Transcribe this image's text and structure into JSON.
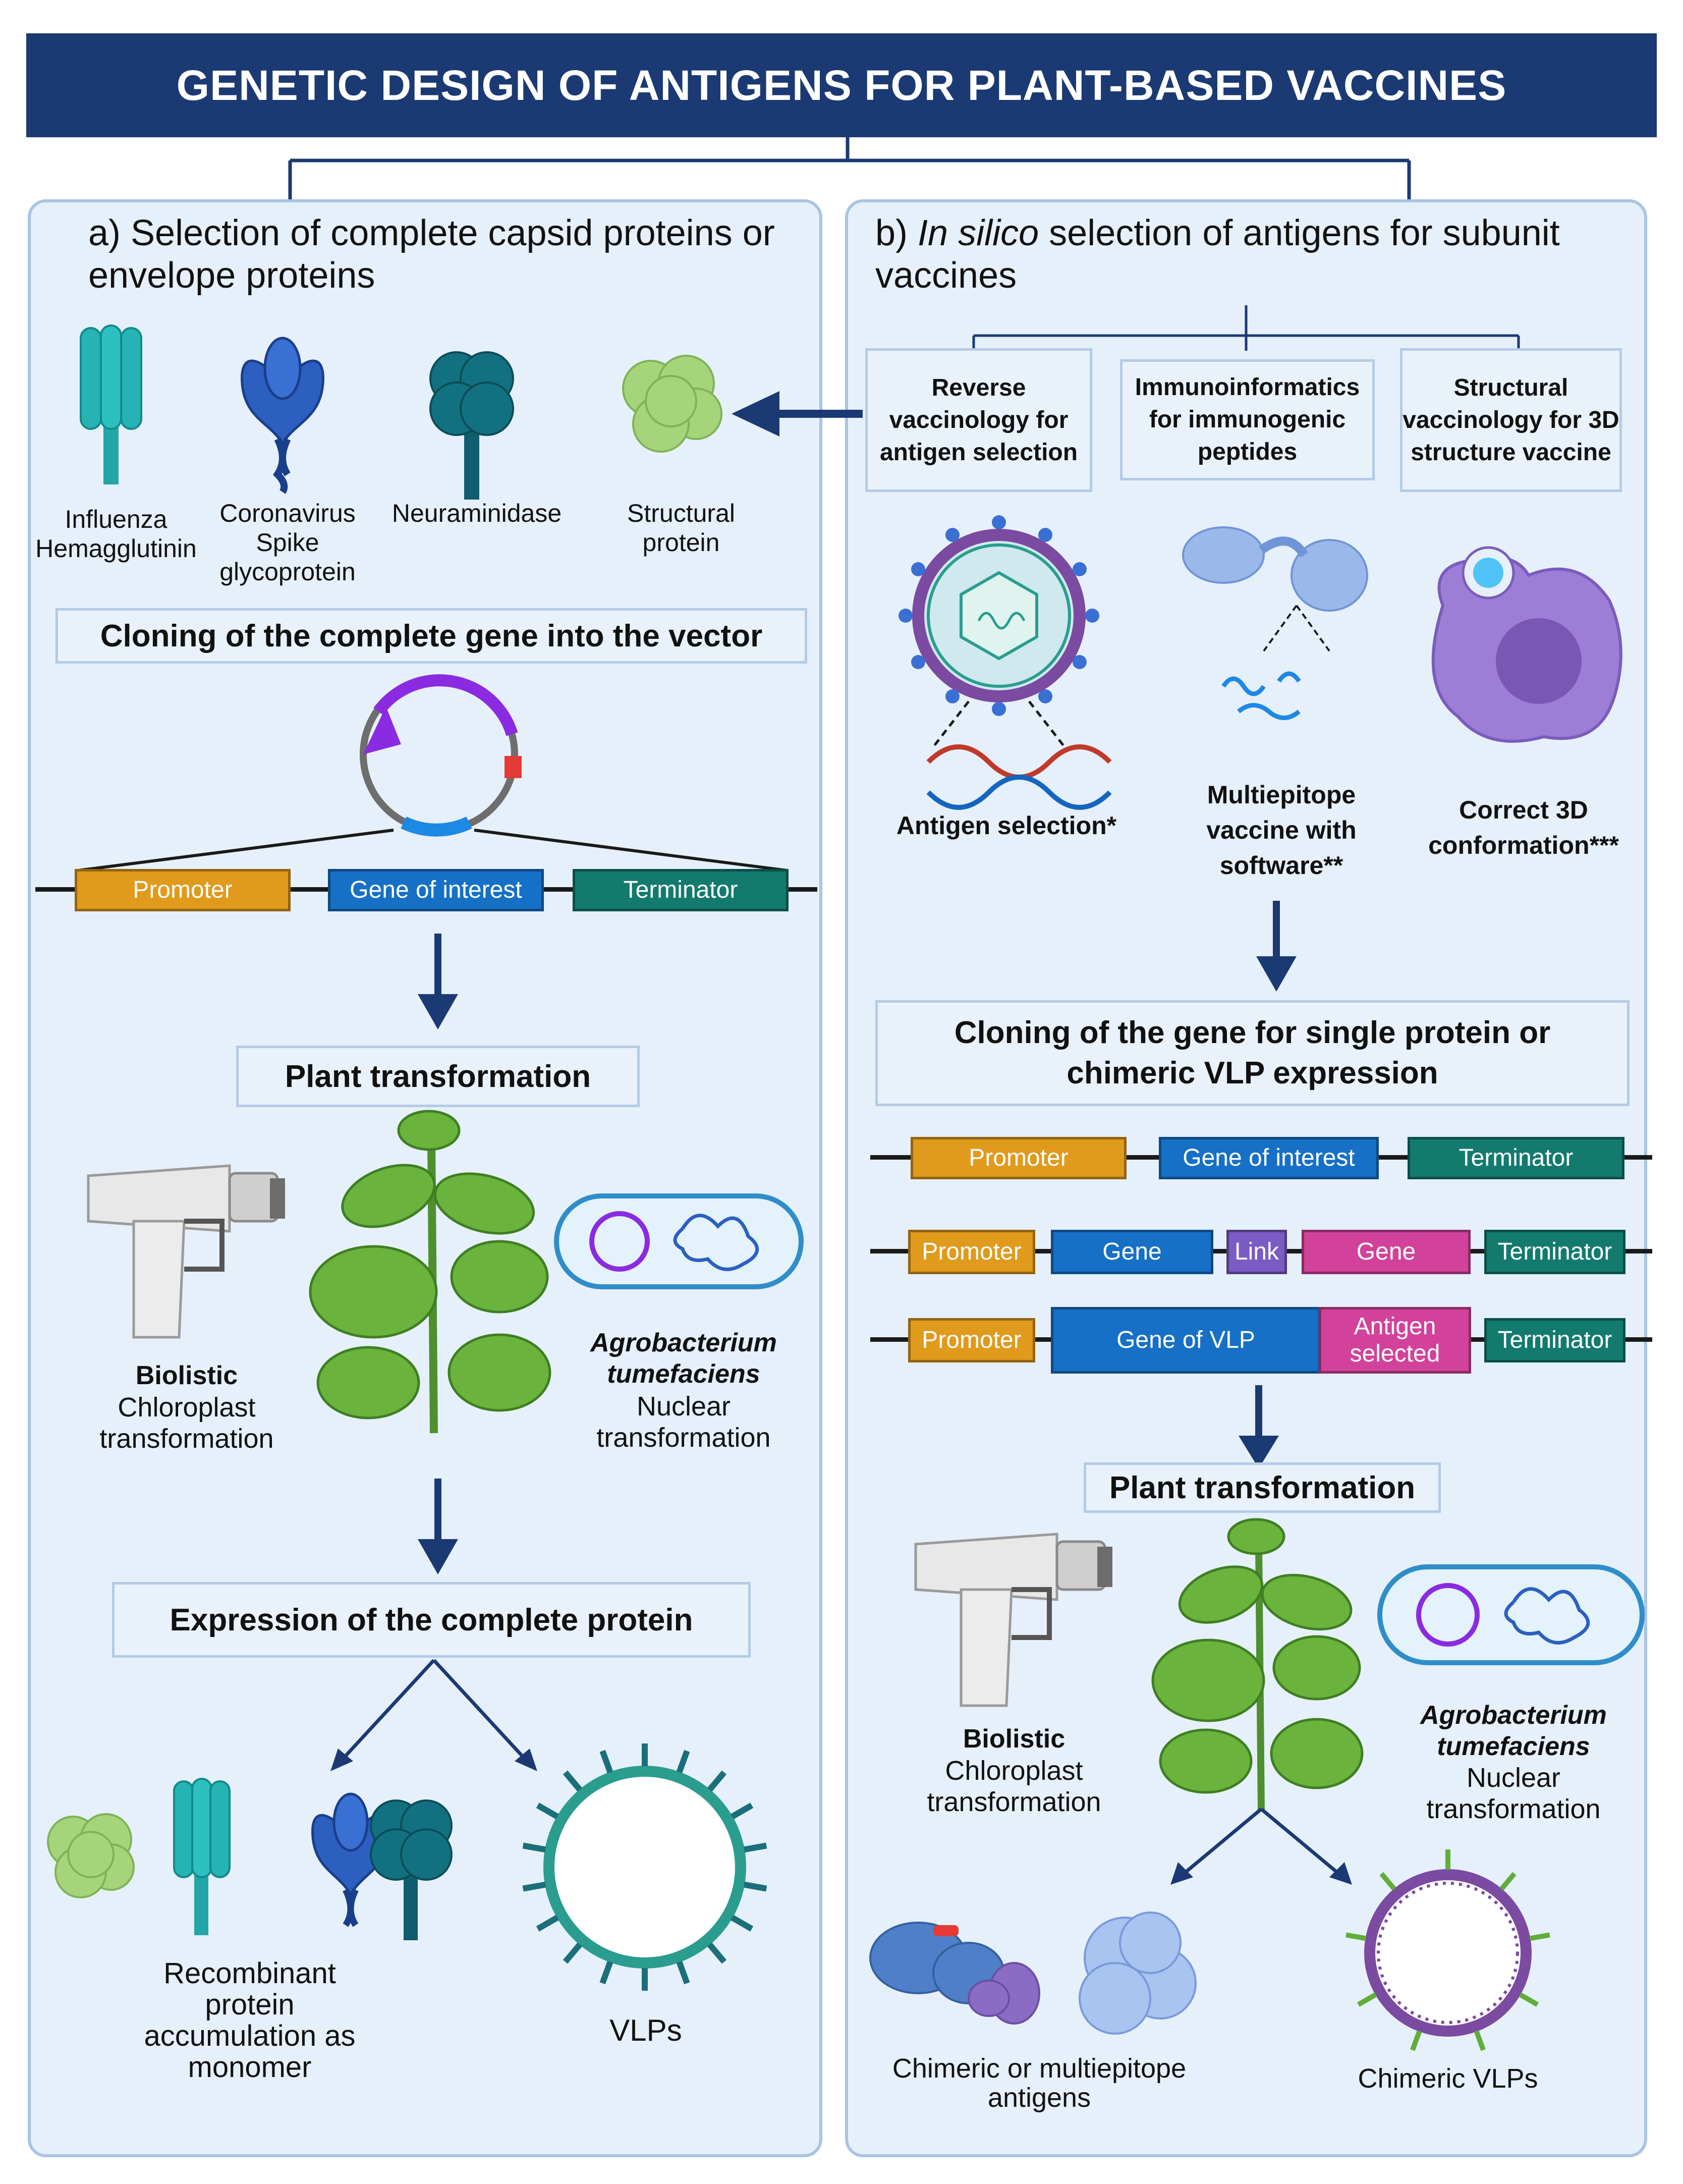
{
  "title": "GENETIC DESIGN OF ANTIGENS FOR PLANT-BASED VACCINES",
  "colors": {
    "navy": "#1b3a73",
    "panel_bg": "#e6f0fa",
    "promoter": "#e09a1c",
    "gene": "#1670c6",
    "terminator": "#137a6e",
    "link": "#7a5cc4",
    "antigen": "#d2429a"
  },
  "left": {
    "heading": "a) Selection of complete capsid proteins or envelope proteins",
    "proteins": [
      {
        "label": "Influenza Hemagglutinin",
        "icon": "hemagglutinin-icon"
      },
      {
        "label": "Coronavirus Spike glycoprotein",
        "icon": "spike-protein-icon"
      },
      {
        "label": "Neuraminidase",
        "icon": "neuraminidase-icon"
      },
      {
        "label": "Structural protein",
        "icon": "structural-protein-icon"
      }
    ],
    "cloning_box": "Cloning of the complete gene into the vector",
    "cassette": [
      "Promoter",
      "Gene of interest",
      "Terminator"
    ],
    "transform_box": "Plant transformation",
    "biolistic_title": "Biolistic",
    "biolistic_sub": "Chloroplast transformation",
    "agro_title": "Agrobacterium tumefaciens",
    "agro_sub": "Nuclear transformation",
    "expression_box": "Expression of the complete protein",
    "recombinant_label": "Recombinant protein accumulation as monomer",
    "vlp_label": "VLPs"
  },
  "right": {
    "heading_prefix": "b)",
    "heading_italic": "In silico",
    "heading_rest": "selection of antigens for subunit vaccines",
    "methods": [
      "Reverse vaccinology for antigen selection",
      "Immunoinformatics for immunogenic peptides",
      "Structural vaccinology for 3D structure vaccine"
    ],
    "outcomes": [
      "Antigen selection*",
      "Multiepitope vaccine with software**",
      "Correct 3D conformation***"
    ],
    "cloning_box": "Cloning of the gene for single protein or chimeric VLP expression",
    "cassette1": [
      "Promoter",
      "Gene of interest",
      "Terminator"
    ],
    "cassette2": [
      "Promoter",
      "Gene",
      "Link",
      "Gene",
      "Terminator"
    ],
    "cassette3": [
      "Promoter",
      "Gene of VLP",
      "Antigen selected",
      "Terminator"
    ],
    "transform_box": "Plant transformation",
    "biolistic_title": "Biolistic",
    "biolistic_sub": "Chloroplast transformation",
    "agro_title": "Agrobacterium tumefaciens",
    "agro_sub": "Nuclear transformation",
    "chimeric_antigens_label": "Chimeric or multiepitope antigens",
    "chimeric_vlps_label": "Chimeric VLPs"
  }
}
